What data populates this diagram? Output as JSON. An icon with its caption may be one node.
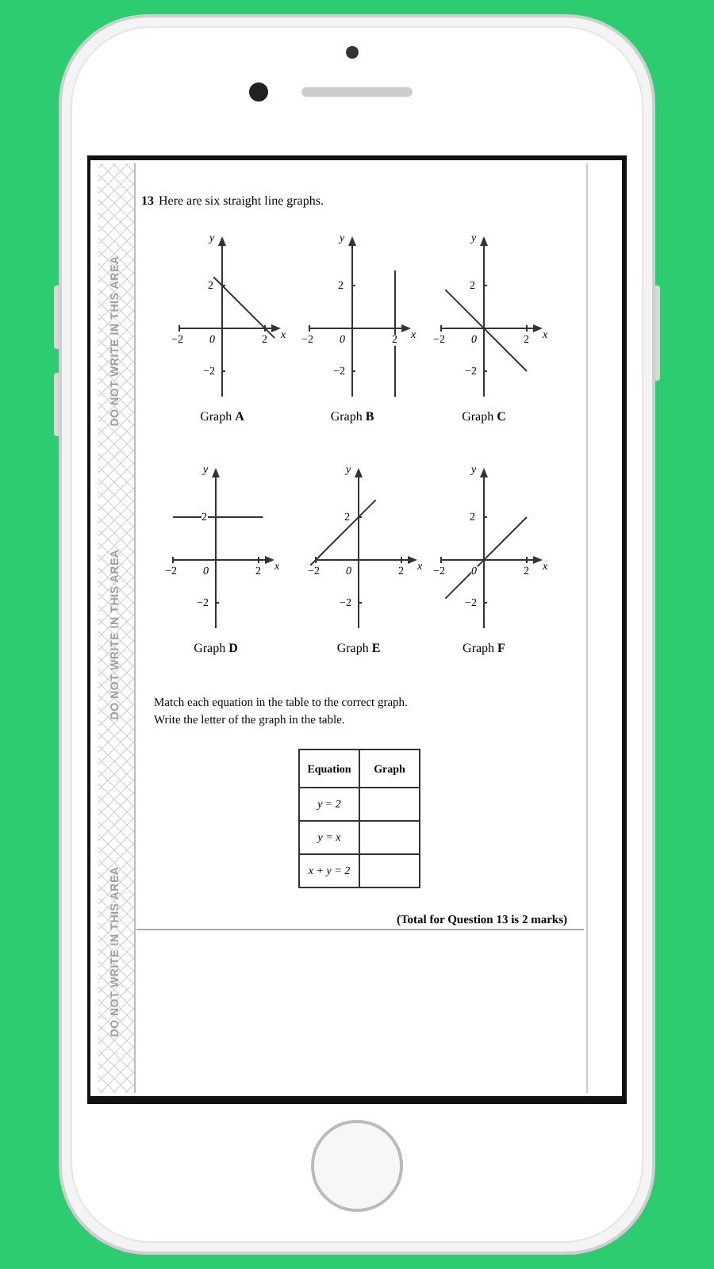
{
  "diagram": {
    "labels": [
      "DO NOT WRITE IN THIS AREA",
      "DO NOT WRITE IN THIS AREA",
      "DO NOT WRITE IN THIS AREA",
      "13",
      "Here are six straight line graphs.",
      "y",
      "2",
      "−2",
      "0",
      "2",
      "x",
      "−2",
      "Graph **A**",
      "y",
      "2",
      "−2",
      "0",
      "2",
      "x",
      "−2",
      "Graph **B**",
      "y",
      "2",
      "−2",
      "0",
      "2",
      "x",
      "−2",
      "Graph **C**",
      "y",
      "2",
      "−2",
      "0",
      "2",
      "x",
      "−2",
      "Graph **D**",
      "y",
      "2",
      "−2",
      "0",
      "2",
      "x",
      "−2",
      "Graph **E**",
      "y",
      "2",
      "−2",
      "0",
      "2",
      "x",
      "−2",
      "Graph **F**",
      "Match each equation in the table to the correct graph.",
      "Write the letter of the graph in the table.",
      "Equation",
      "Graph",
      "y = 2",
      "y = x",
      "x + y = 2",
      "(Total for Question 13 is 2 marks)"
    ]
  }
}
